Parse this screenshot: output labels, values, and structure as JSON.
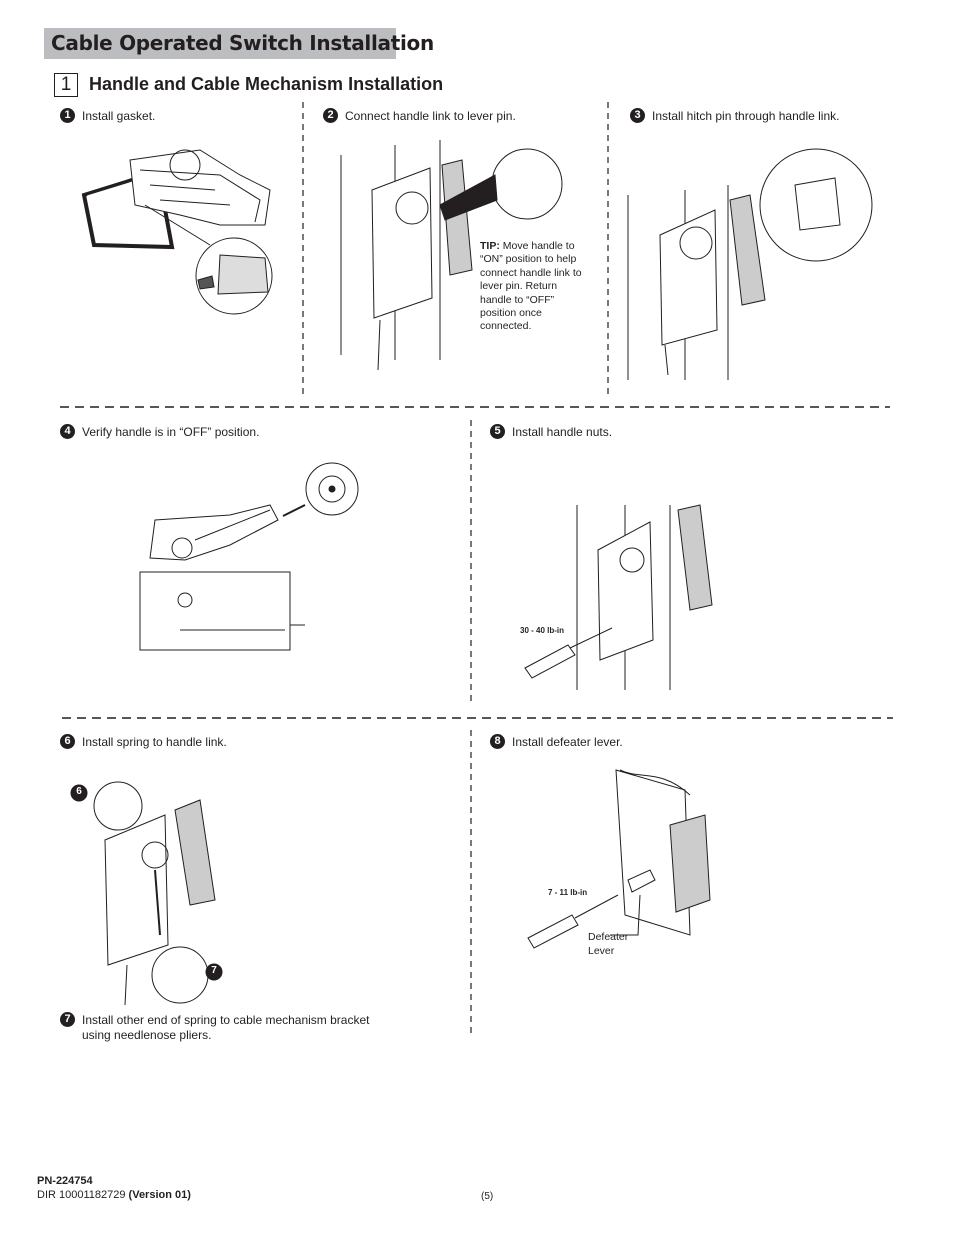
{
  "header": {
    "title": "Cable Operated Switch Installation"
  },
  "section": {
    "number": "1",
    "title": "Handle and Cable Mechanism Installation"
  },
  "steps": [
    {
      "num": "1",
      "text": "Install gasket."
    },
    {
      "num": "2",
      "text": "Connect handle link to lever pin."
    },
    {
      "num": "3",
      "text": "Install hitch pin through handle link."
    },
    {
      "num": "4",
      "text": "Verify handle is in “OFF” position."
    },
    {
      "num": "5",
      "text": "Install handle nuts."
    },
    {
      "num": "6",
      "text": "Install spring to handle link."
    },
    {
      "num": "7",
      "text_line1": "Install other end of spring to cable mechanism bracket",
      "text_line2": "using needlenose pliers."
    },
    {
      "num": "8",
      "text": "Install defeater lever."
    }
  ],
  "tip": {
    "label": "TIP:",
    "text": " Move handle to “ON” position to help connect handle link to lever pin.  Return handle to “OFF” position once connected."
  },
  "callouts": {
    "torque5": "30 - 40 lb-in",
    "torque8": "7 - 11 lb-in",
    "defeater_line1": "Defeater",
    "defeater_line2": "Lever",
    "callout6": "6",
    "callout7": "7"
  },
  "footer": {
    "part_number": "PN-224754",
    "dir_prefix": "DIR 10001182729 ",
    "dir_version": "(Version 01)",
    "page": "(5)"
  }
}
